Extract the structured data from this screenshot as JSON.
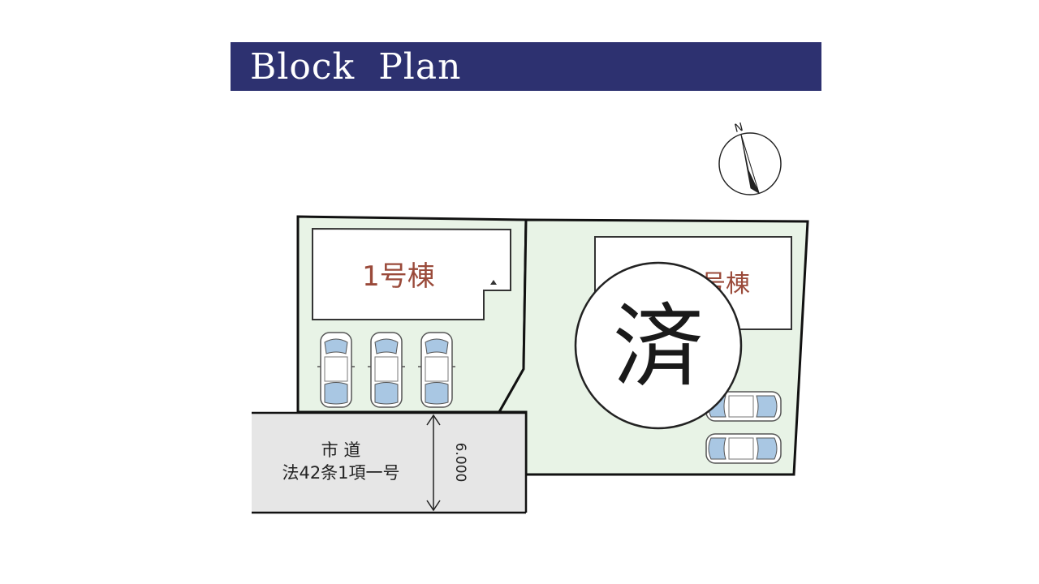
{
  "header": {
    "title": "Block Plan"
  },
  "compass": {
    "label": "N"
  },
  "lots": {
    "lot1": {
      "label": "1号棟"
    },
    "lot2": {
      "label_partial": "号棟"
    }
  },
  "stamp": {
    "text": "済"
  },
  "road": {
    "name": "市 道",
    "classification": "法42条1項一号",
    "width": "6.000"
  },
  "colors": {
    "title_bar": "#2d3170",
    "lot_fill": "#e8f3e6",
    "road_fill": "#e6e6e6",
    "label_text": "#9a4a3a",
    "car_glass": "#a9c7e3"
  }
}
